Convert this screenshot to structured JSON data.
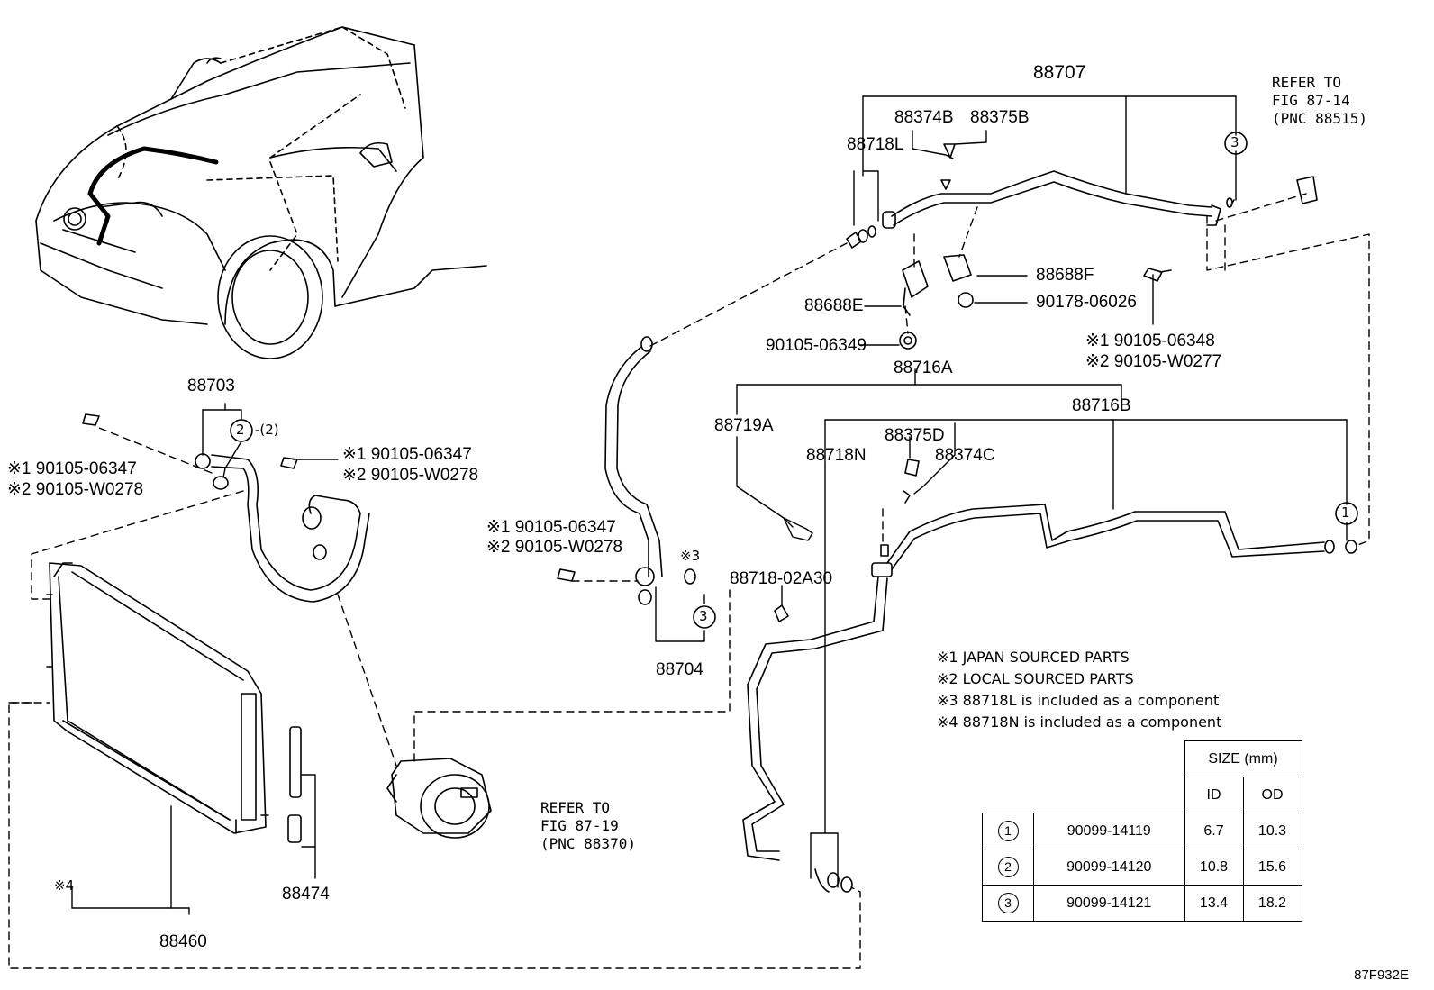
{
  "labels": {
    "p88707": "88707",
    "p88374B": "88374B",
    "p88375B": "88375B",
    "p88718L": "88718L",
    "p88688F": "88688F",
    "p88688E": "88688E",
    "p90178": "90178-06026",
    "p90105_06349": "90105-06349",
    "p88716A": "88716A",
    "p88716B": "88716B",
    "p88719A": "88719A",
    "p88375D": "88375D",
    "p88374C": "88374C",
    "p88718N": "88718N",
    "p88703": "88703",
    "p88704": "88704",
    "p88718_02A30": "88718-02A30",
    "p88474": "88474",
    "p88460": "88460",
    "mark2_paren": "-(2)",
    "mark_x3": "※3",
    "mark_x4": "※4",
    "left_bolt_1": "※1 90105-06347",
    "left_bolt_2": "※2 90105-W0278",
    "mid_bolt_1": "※1 90105-06347",
    "mid_bolt_2": "※2 90105-W0278",
    "hose_bolt_1": "※1 90105-06347",
    "hose_bolt_2": "※2 90105-W0278",
    "right_bolt_1": "※1 90105-06348",
    "right_bolt_2": "※2 90105-W0277",
    "circle1": "1",
    "circle2": "2",
    "circle3": "3"
  },
  "refs": {
    "top_right": [
      "REFER TO",
      "FIG 87-14",
      "(PNC 88515)"
    ],
    "compressor": [
      "REFER TO",
      "FIG 87-19",
      "(PNC 88370)"
    ]
  },
  "notes": [
    "※1 JAPAN SOURCED PARTS",
    "※2 LOCAL SOURCED PARTS",
    "※3 88718L is included as a component",
    "※4 88718N is included as a component"
  ],
  "size_table": {
    "header": "SIZE (mm)",
    "col_id": "ID",
    "col_od": "OD",
    "rows": [
      {
        "mark": "1",
        "part": "90099-14119",
        "id": "6.7",
        "od": "10.3"
      },
      {
        "mark": "2",
        "part": "90099-14120",
        "id": "10.8",
        "od": "15.6"
      },
      {
        "mark": "3",
        "part": "90099-14121",
        "id": "13.4",
        "od": "18.2"
      }
    ]
  },
  "figure_code": "87F932E"
}
